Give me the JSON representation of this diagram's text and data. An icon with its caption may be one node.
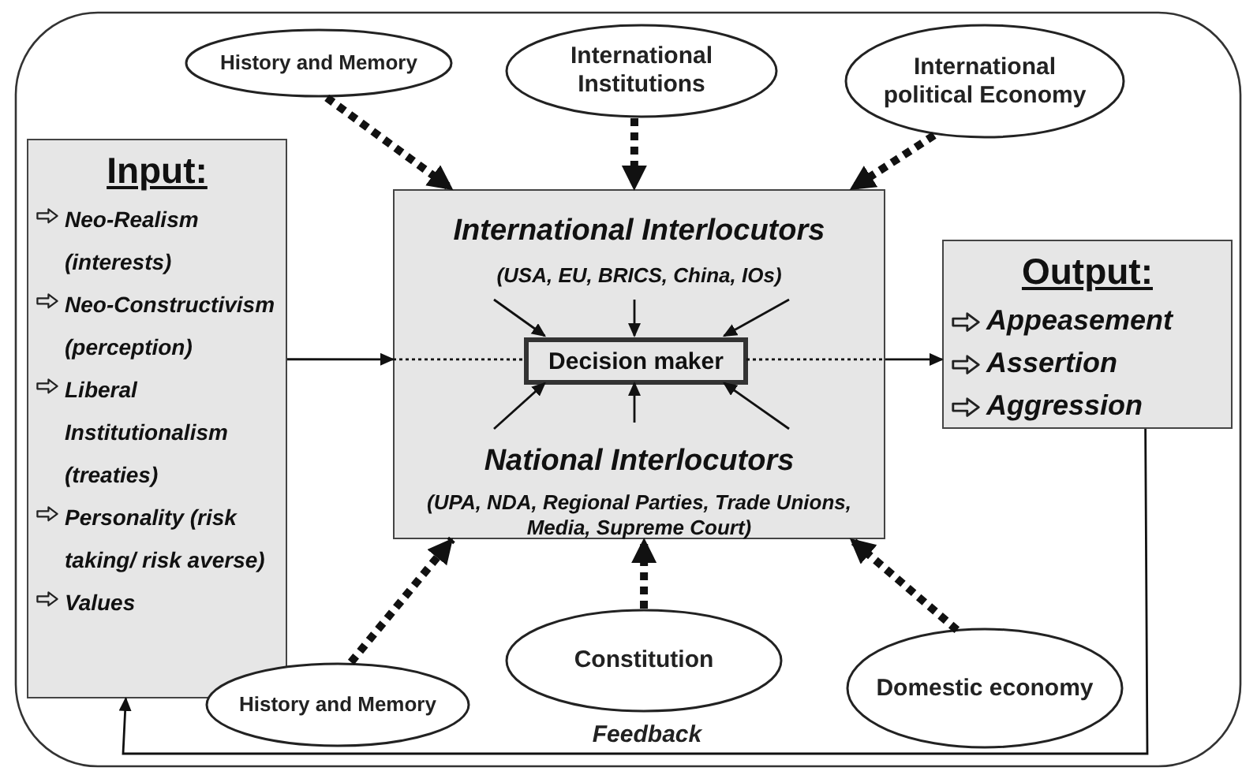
{
  "diagram": {
    "nodes": [
      {
        "text": [
          "History and Memory"
        ]
      },
      {
        "text": [
          "International Institutions"
        ]
      },
      {
        "text": [
          "International political Economy"
        ]
      },
      {
        "text": [
          "Input:",
          "Neo-Realism (interests)",
          "Neo-Constructivism (perception)",
          "Liberal Institutionalism (treaties)",
          "Personality (risk taking/ risk averse)",
          "Values"
        ]
      },
      {
        "text": [
          "International Interlocutors",
          "(USA, EU, BRICS, China, IOs)",
          "National Interlocutors",
          "(UPA, NDA, Regional Parties, Trade Unions, Media, Supreme Court)"
        ]
      },
      {
        "text": [
          "Decision maker"
        ],
        "in": 4
      },
      {
        "text": [
          "Output:",
          "Appeasement",
          "Assertion",
          "Aggression"
        ]
      },
      {
        "text": [
          "History and Memory"
        ]
      },
      {
        "text": [
          "Constitution"
        ]
      },
      {
        "text": [
          "Domestic economy"
        ]
      }
    ],
    "edges": [
      {
        "from": 0,
        "to": 4,
        "arrow": "to",
        "style": "dashed"
      },
      {
        "from": 1,
        "to": 4,
        "arrow": "to",
        "style": "dashed"
      },
      {
        "from": 2,
        "to": 4,
        "arrow": "to",
        "style": "dashed"
      },
      {
        "from": 7,
        "to": 4,
        "arrow": "to",
        "style": "dashed"
      },
      {
        "from": 8,
        "to": 4,
        "arrow": "to",
        "style": "dashed"
      },
      {
        "from": 9,
        "to": 4,
        "arrow": "to",
        "style": "dashed"
      },
      {
        "from": 3,
        "to": 4,
        "arrow": "to"
      },
      {
        "from": 4,
        "to": 5,
        "arrow": "none",
        "style": "dashed"
      },
      {
        "from": 5,
        "to": 4,
        "arrow": "none",
        "style": "dashed"
      },
      {
        "from": 4,
        "to": 6,
        "arrow": "to"
      },
      {
        "from": null,
        "to": 5,
        "arrow": "to"
      },
      {
        "from": null,
        "to": 5,
        "arrow": "to"
      },
      {
        "from": null,
        "to": 5,
        "arrow": "to"
      },
      {
        "from": null,
        "to": 5,
        "arrow": "to"
      },
      {
        "from": null,
        "to": 5,
        "arrow": "to"
      },
      {
        "from": null,
        "to": 5,
        "arrow": "to"
      },
      {
        "from": 6,
        "to": 3,
        "arrow": "to",
        "label": "Feedback"
      }
    ]
  }
}
